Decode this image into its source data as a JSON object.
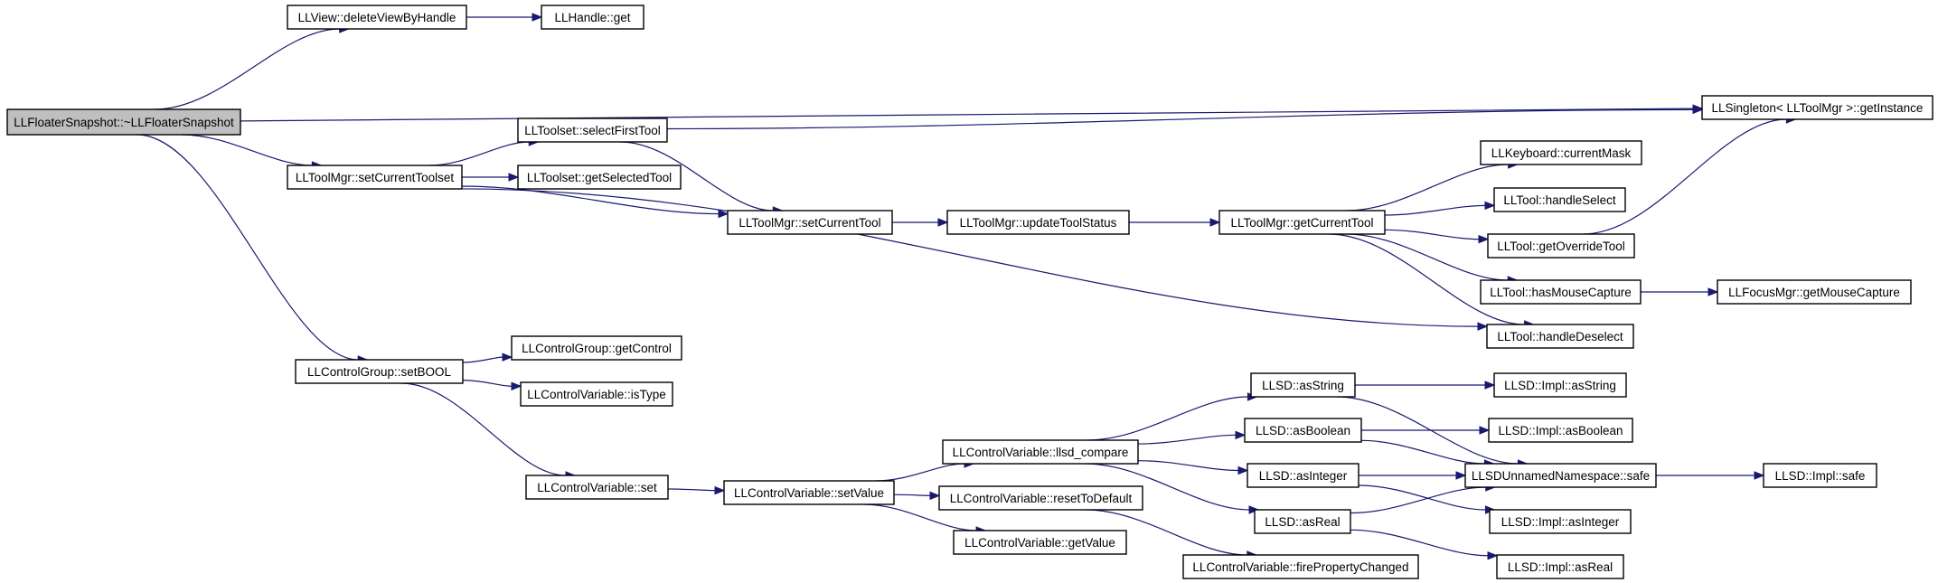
{
  "nodes": {
    "root": "LLFloaterSnapshot::~LLFloaterSnapshot",
    "deleteViewByHandle": "LLView::deleteViewByHandle",
    "handleGet": "LLHandle::get",
    "singletonGetInstance": "LLSingleton< LLToolMgr >::getInstance",
    "selectFirstTool": "LLToolset::selectFirstTool",
    "setCurrentToolset": "LLToolMgr::setCurrentToolset",
    "getSelectedTool": "LLToolset::getSelectedTool",
    "setCurrentTool": "LLToolMgr::setCurrentTool",
    "updateToolStatus": "LLToolMgr::updateToolStatus",
    "getCurrentTool": "LLToolMgr::getCurrentTool",
    "currentMask": "LLKeyboard::currentMask",
    "handleSelect": "LLTool::handleSelect",
    "getOverrideTool": "LLTool::getOverrideTool",
    "hasMouseCapture": "LLTool::hasMouseCapture",
    "getMouseCapture": "LLFocusMgr::getMouseCapture",
    "handleDeselect": "LLTool::handleDeselect",
    "setBOOL": "LLControlGroup::setBOOL",
    "getControl": "LLControlGroup::getControl",
    "isType": "LLControlVariable::isType",
    "cvSet": "LLControlVariable::set",
    "setValue": "LLControlVariable::setValue",
    "llsdCompare": "LLControlVariable::llsd_compare",
    "resetToDefault": "LLControlVariable::resetToDefault",
    "getValue": "LLControlVariable::getValue",
    "firePropertyChanged": "LLControlVariable::firePropertyChanged",
    "asString": "LLSD::asString",
    "asBoolean": "LLSD::asBoolean",
    "asInteger": "LLSD::asInteger",
    "asReal": "LLSD::asReal",
    "implAsString": "LLSD::Impl::asString",
    "implAsBoolean": "LLSD::Impl::asBoolean",
    "unnamedSafe": "LLSDUnnamedNamespace::safe",
    "implSafe": "LLSD::Impl::safe",
    "implAsInteger": "LLSD::Impl::asInteger",
    "implAsReal": "LLSD::Impl::asReal"
  },
  "style": {
    "edge_color": "#191970",
    "node_border": "#000000",
    "root_fill": "#bfbfbf",
    "node_fill": "#ffffff"
  }
}
